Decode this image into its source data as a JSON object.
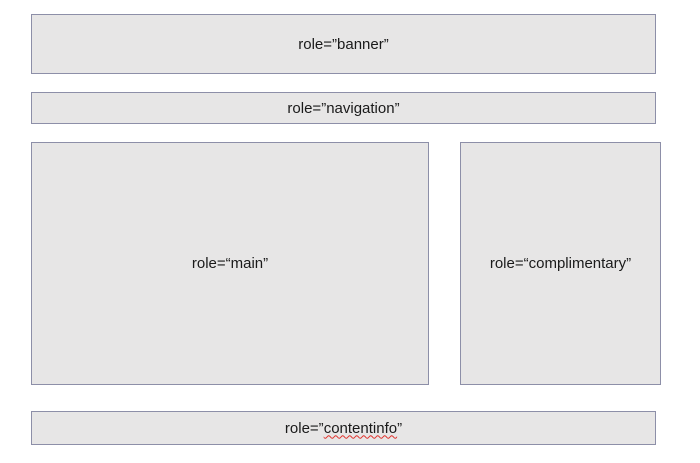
{
  "regions": {
    "banner": {
      "label": "role=”banner”"
    },
    "navigation": {
      "label": "role=”navigation”"
    },
    "main": {
      "label": "role=“main”"
    },
    "complementary": {
      "label": "role=“complimentary”"
    },
    "contentinfo": {
      "label_prefix": "role=”",
      "label_word": "contentinfo",
      "label_suffix": "”"
    }
  },
  "colors": {
    "box_fill": "#e7e6e6",
    "box_border": "#8d8fa8",
    "spellcheck_underline": "#e0312b"
  }
}
